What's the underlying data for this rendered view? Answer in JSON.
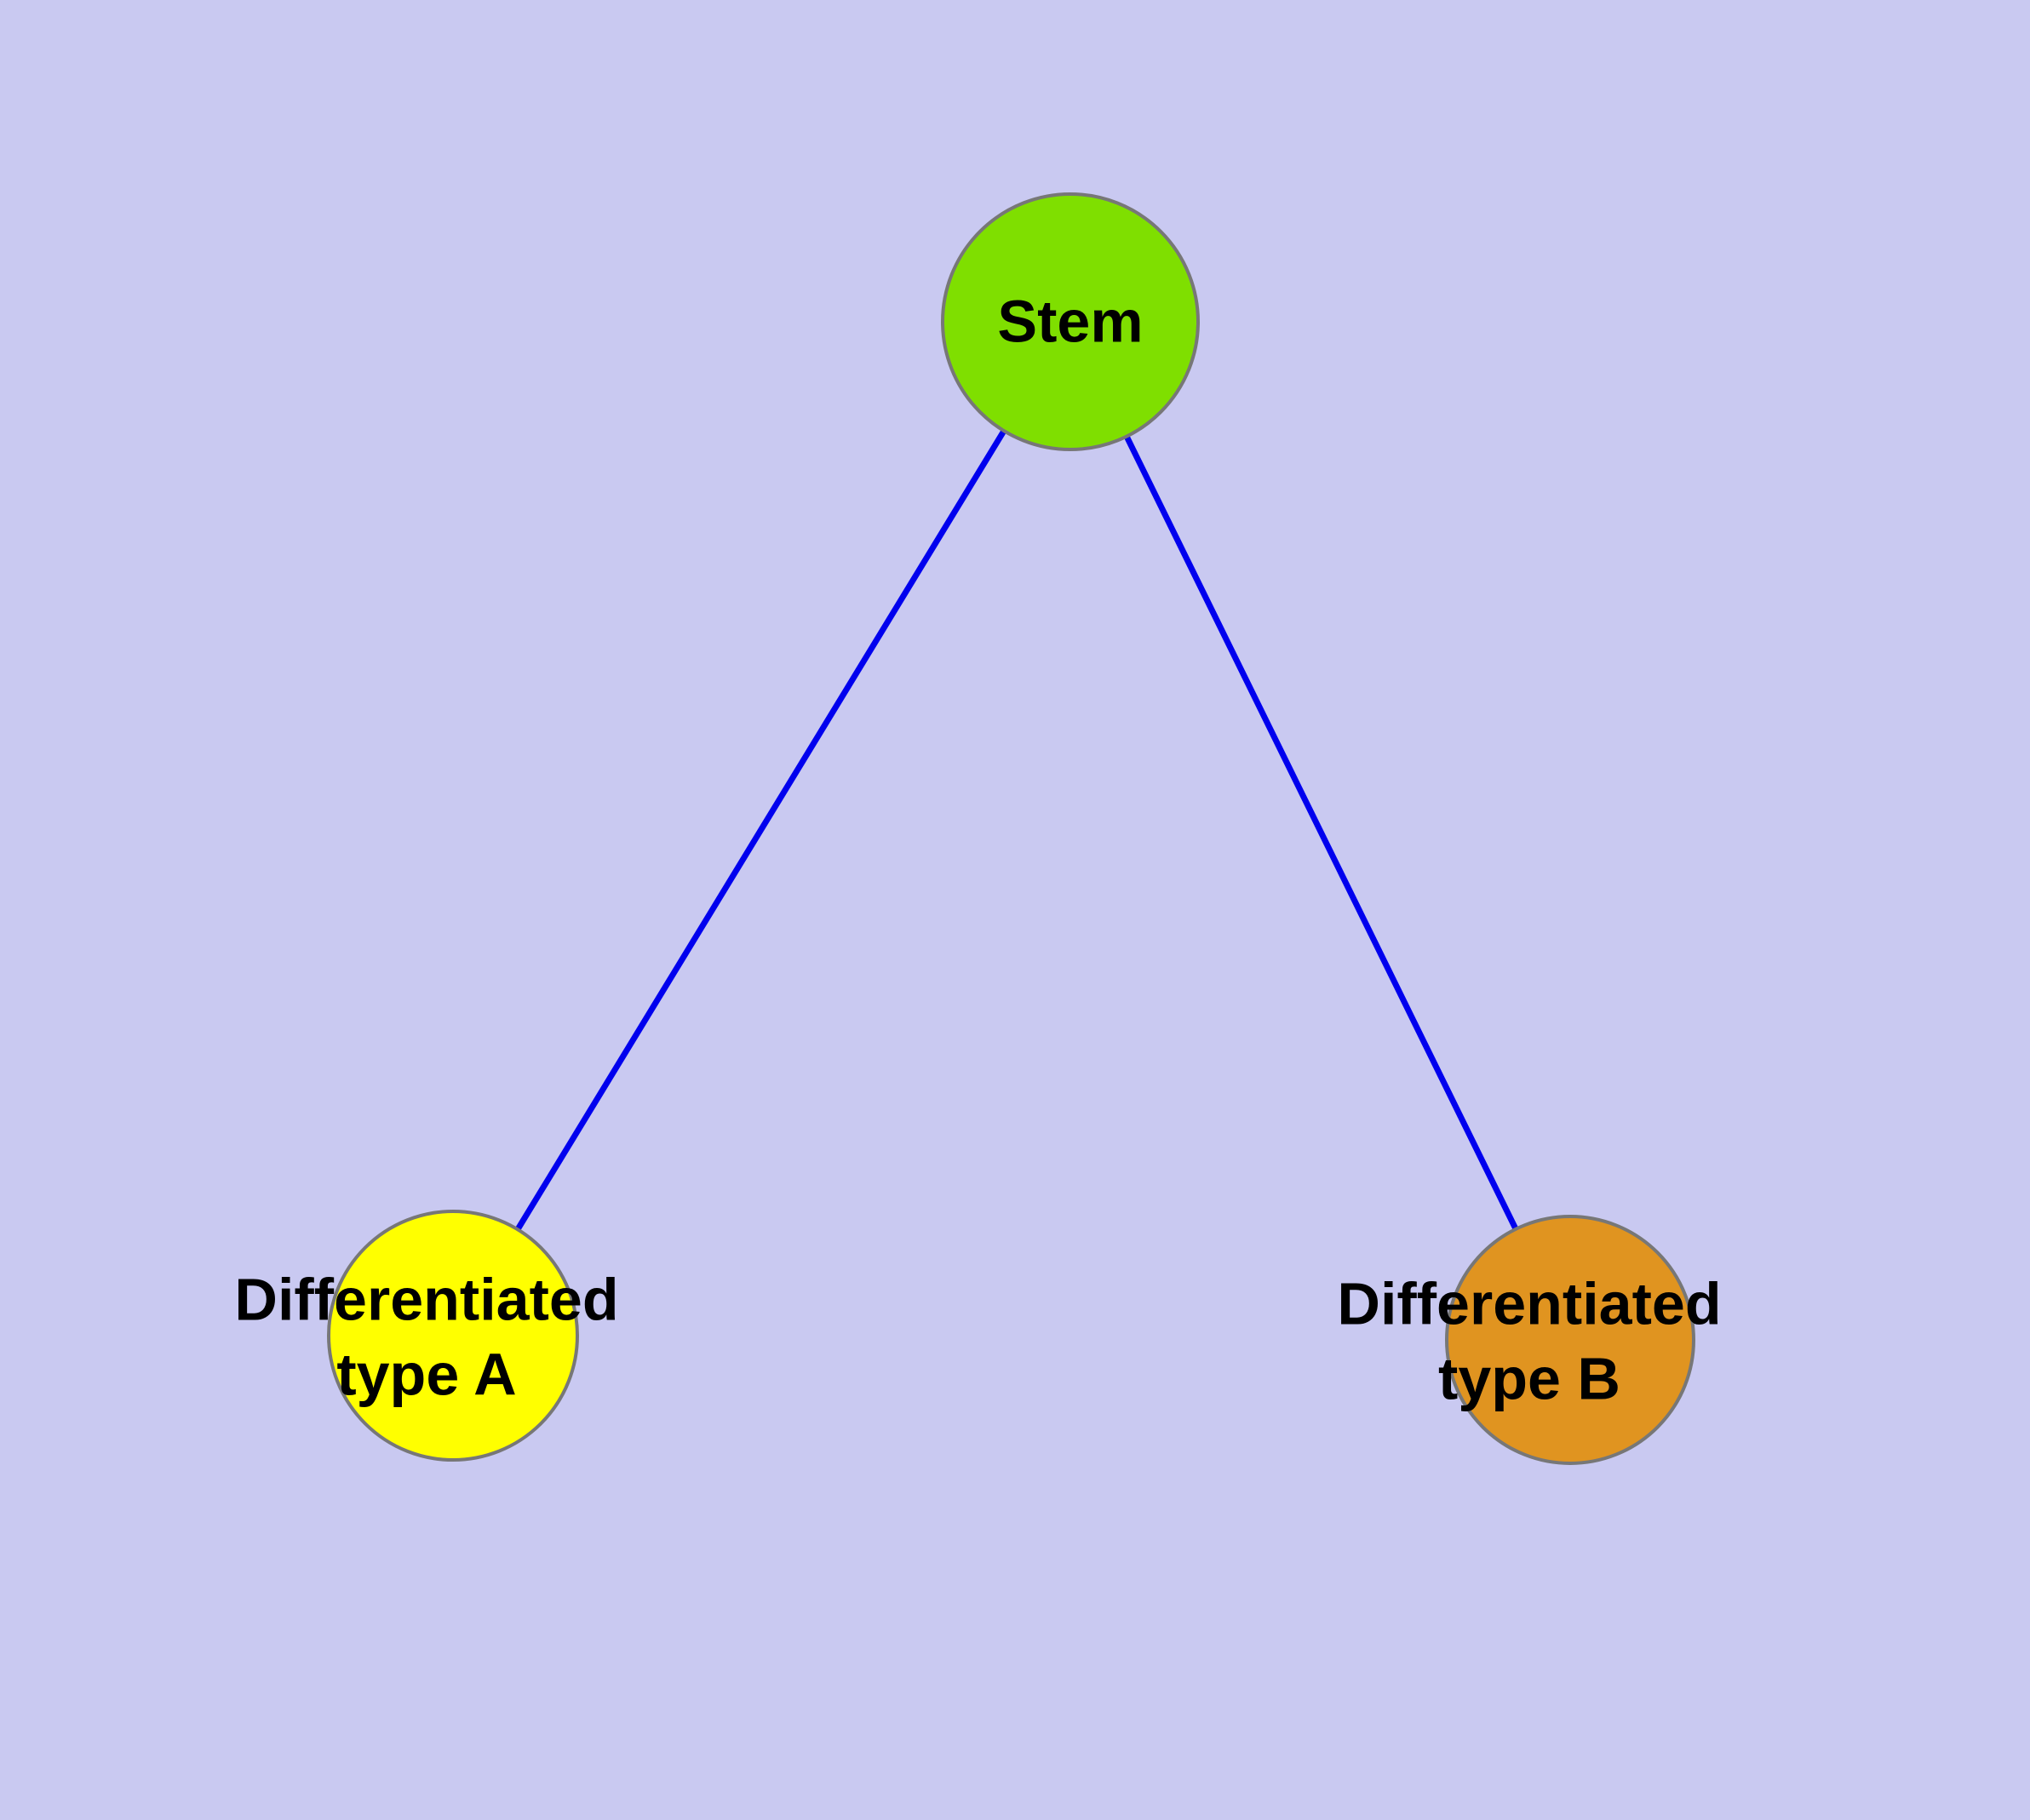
{
  "diagram": {
    "background_color": "#c9c9f1",
    "edge_color": "#0000ee",
    "node_border_color": "#777777",
    "nodes": [
      {
        "id": "stem",
        "label": "Stem",
        "fill": "#7fdf00"
      },
      {
        "id": "differentiated-a",
        "label": "Differentiated\ntype A",
        "fill": "#ffff00"
      },
      {
        "id": "differentiated-b",
        "label": "Differentiated\ntype B",
        "fill": "#e09420"
      }
    ],
    "edges": [
      {
        "from": "stem",
        "to": "differentiated-a"
      },
      {
        "from": "stem",
        "to": "differentiated-b"
      }
    ]
  }
}
